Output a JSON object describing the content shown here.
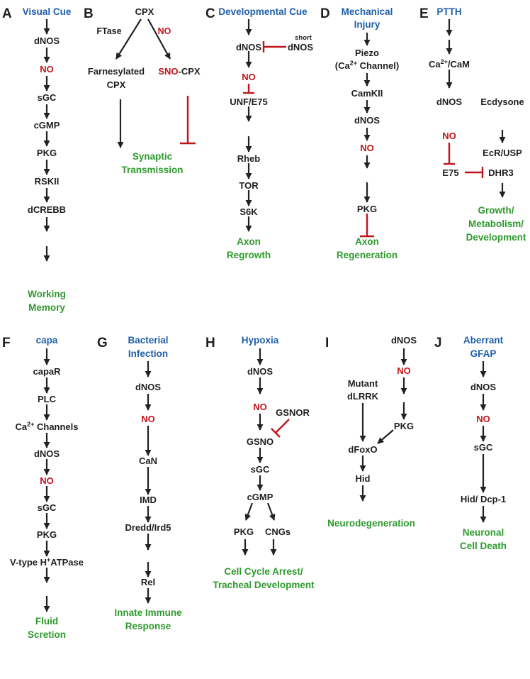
{
  "colors": {
    "text": "#1f1f1f",
    "cue": "#1f5fa8",
    "no": "#c0141b",
    "outcome": "#2e9a2e",
    "arrow": "#222222",
    "inhibit": "#c0141b"
  },
  "panels": [
    {
      "letter": "A",
      "cue": "Visual Cue",
      "steps": [
        "dNOS",
        "NO",
        "sGC",
        "cGMP",
        "PKG",
        "RSKII",
        "dCREBB"
      ],
      "outcome": [
        "Working",
        "Memory"
      ]
    },
    {
      "letter": "B",
      "top": "CPX",
      "left_edge_label": "FTase",
      "right_edge_label": "NO",
      "left_node": [
        "Farnesylated",
        "CPX"
      ],
      "right_node_prefix": "SNO",
      "right_node_suffix": "-CPX",
      "outcome": [
        "Synaptic",
        "Transmission"
      ]
    },
    {
      "letter": "C",
      "cue": "Developmental Cue",
      "inhibitor_small": "short",
      "inhibitor": "dNOS",
      "steps": [
        "dNOS",
        "NO",
        "UNF/E75",
        "Rheb",
        "TOR",
        "S6K"
      ],
      "outcome": [
        "Axon",
        "Regrowth"
      ]
    },
    {
      "letter": "D",
      "cue": [
        "Mechanical",
        "Injury"
      ],
      "piezo": [
        "Piezo",
        "(Ca",
        "2+",
        " Channel)"
      ],
      "steps": [
        "CamKII",
        "dNOS",
        "NO",
        "PKG"
      ],
      "outcome": [
        "Axon",
        "Regeneration"
      ]
    },
    {
      "letter": "E",
      "cue": "PTTH",
      "cam": [
        "Ca",
        "2+",
        "/CaM"
      ],
      "steps": [
        "dNOS",
        "NO",
        "E75"
      ],
      "right_steps": [
        "Ecdysone",
        "EcR/USP",
        "DHR3"
      ],
      "outcome": [
        "Growth/",
        "Metabolism/",
        "Development"
      ]
    },
    {
      "letter": "F",
      "cue": "capa",
      "steps": [
        "capaR",
        "PLC"
      ],
      "ca_channels": [
        "Ca",
        "2+",
        " Channels"
      ],
      "steps2": [
        "dNOS",
        "NO",
        "sGC",
        "PKG"
      ],
      "atpase": [
        "V-type H",
        "+",
        "ATPase"
      ],
      "outcome": [
        "Fluid",
        "Scretion"
      ]
    },
    {
      "letter": "G",
      "cue": [
        "Bacterial",
        "Infection"
      ],
      "steps": [
        "dNOS",
        "NO",
        "CaN",
        "IMD",
        "Dredd/Ird5",
        "Rel"
      ],
      "outcome": [
        "Innate Immune",
        "Response"
      ]
    },
    {
      "letter": "H",
      "cue": "Hypoxia",
      "steps": [
        "dNOS",
        "NO",
        "GSNO",
        "sGC",
        "cGMP"
      ],
      "inhibitor": "GSNOR",
      "branches": [
        "PKG",
        "CNGs"
      ],
      "outcome": [
        "Cell Cycle Arrest/",
        "Tracheal Development"
      ]
    },
    {
      "letter": "I",
      "right_steps": [
        "dNOS",
        "NO",
        "PKG"
      ],
      "mutant": [
        "Mutant",
        "dLRRK"
      ],
      "steps": [
        "dFoxO",
        "Hid"
      ],
      "outcome": "Neurodegeneration"
    },
    {
      "letter": "J",
      "cue": [
        "Aberrant",
        "GFAP"
      ],
      "steps": [
        "dNOS",
        "NO",
        "sGC",
        "Hid/ Dcp-1"
      ],
      "outcome": [
        "Neuronal",
        "Cell Death"
      ]
    }
  ]
}
